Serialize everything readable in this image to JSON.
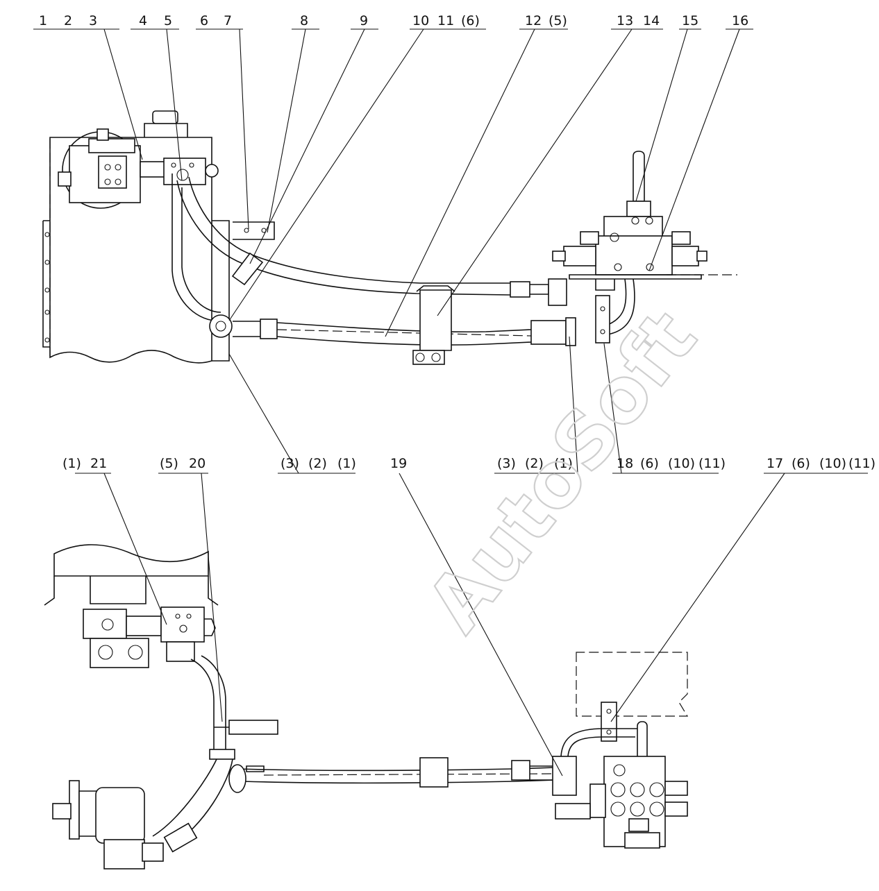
{
  "watermark": "AutoSoft",
  "labels": {
    "l1": "1",
    "l2": "2",
    "l3": "3",
    "l4": "4",
    "l5": "5",
    "l6": "6",
    "l7": "7",
    "l8": "8",
    "l9": "9",
    "l10": "10",
    "l11": "11",
    "l6b": "(6)",
    "l12": "12",
    "l5b": "(5)",
    "l13": "13",
    "l14": "14",
    "l15": "15",
    "l16": "16",
    "g1_3": "(3)",
    "g1_2": "(2)",
    "g1_1": "(1)",
    "g2_3": "(3)",
    "g2_2": "(2)",
    "g2_1": "(1)",
    "l18": "18",
    "l18_6": "(6)",
    "l18_10": "(10)",
    "l18_11": "(11)",
    "l17": "17",
    "l17_6": "(6)",
    "l17_10": "(10)",
    "l17_11": "(11)",
    "l1c": "(1)",
    "l21": "21",
    "l5c": "(5)",
    "l20": "20",
    "l19": "19"
  },
  "colors": {
    "line": "#111111",
    "watermark": "#cfcfcf",
    "background": "#ffffff"
  }
}
